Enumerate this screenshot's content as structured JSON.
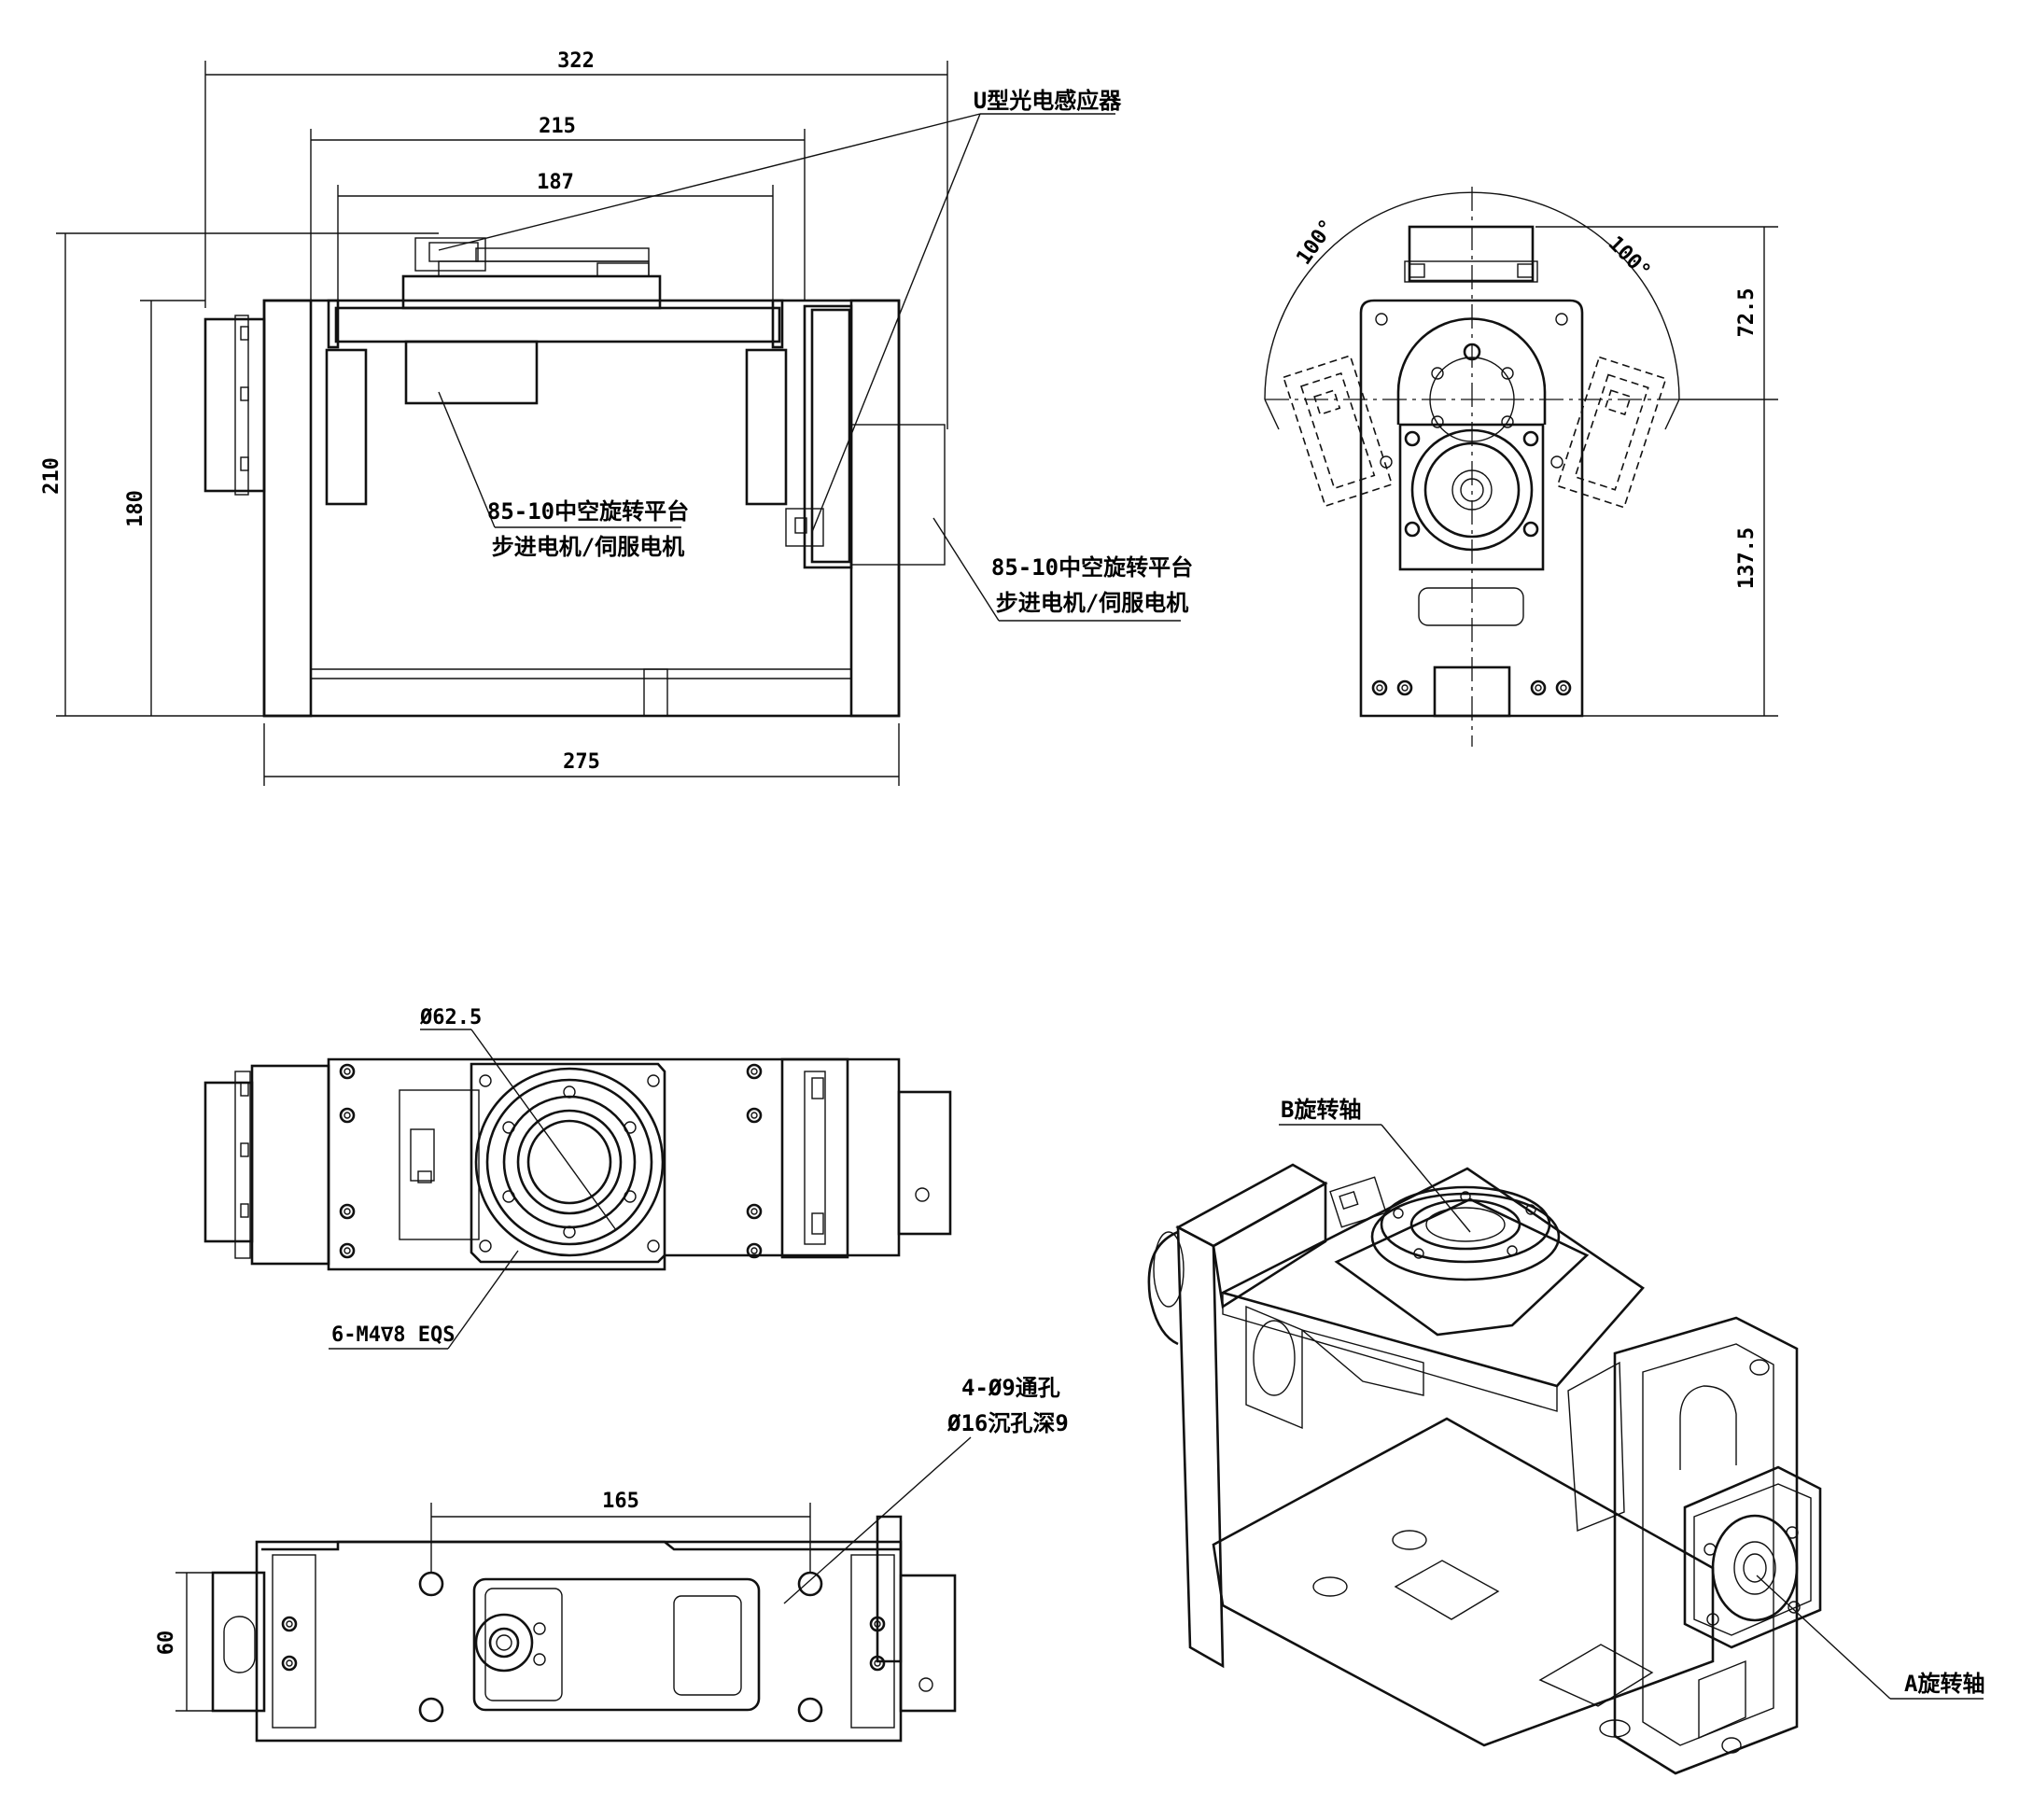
{
  "front_view": {
    "dim_overall_width": "322",
    "dim_inner_width": "215",
    "dim_top_plate": "187",
    "dim_base_width": "275",
    "dim_total_height": "210",
    "dim_body_height": "180",
    "label_sensor": "U型光电感应器",
    "label_table_1_line1": "85-10中空旋转平台",
    "label_table_1_line2": "步进电机/伺服电机",
    "label_table_2_line1": "85-10中空旋转平台",
    "label_table_2_line2": "步进电机/伺服电机"
  },
  "side_view": {
    "angle_left": "100°",
    "angle_right": "100°",
    "dim_upper": "72.5",
    "dim_lower": "137.5"
  },
  "top_view": {
    "dim_diameter": "Ø62.5",
    "label_thread": "6-M4∇8 EQS"
  },
  "bottom_view": {
    "dim_hole_pitch": "165",
    "dim_height": "60",
    "label_holes_line1": "4-Ø9通孔",
    "label_holes_line2": "Ø16沉孔深9"
  },
  "iso_view": {
    "label_b_axis": "B旋转轴",
    "label_a_axis": "A旋转轴"
  }
}
